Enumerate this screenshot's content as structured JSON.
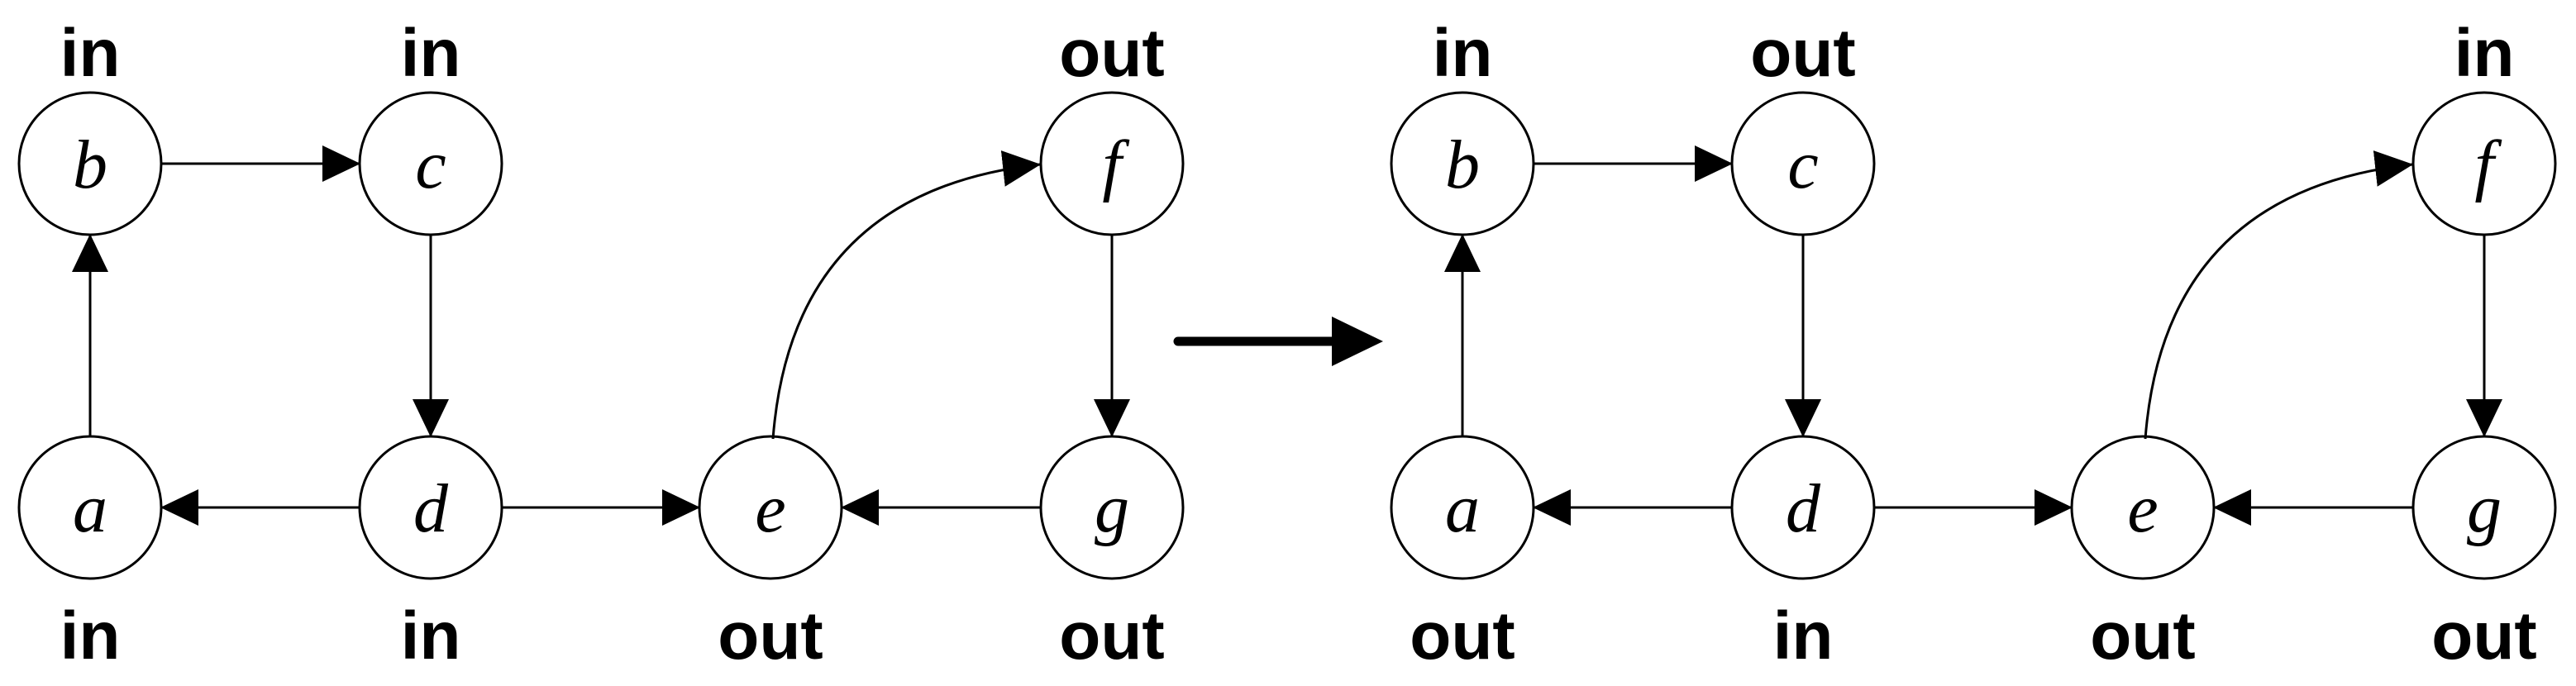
{
  "figure": {
    "left_graph": {
      "nodes": [
        {
          "id": "a",
          "label": "a",
          "tag": "in"
        },
        {
          "id": "b",
          "label": "b",
          "tag": "in"
        },
        {
          "id": "c",
          "label": "c",
          "tag": "in"
        },
        {
          "id": "d",
          "label": "d",
          "tag": "in"
        },
        {
          "id": "e",
          "label": "e",
          "tag": "out"
        },
        {
          "id": "f",
          "label": "f",
          "tag": "out"
        },
        {
          "id": "g",
          "label": "g",
          "tag": "out"
        }
      ],
      "edges": [
        {
          "from": "b",
          "to": "c"
        },
        {
          "from": "a",
          "to": "b"
        },
        {
          "from": "c",
          "to": "d"
        },
        {
          "from": "d",
          "to": "a"
        },
        {
          "from": "d",
          "to": "e"
        },
        {
          "from": "g",
          "to": "e"
        },
        {
          "from": "f",
          "to": "g"
        },
        {
          "from": "e",
          "to": "f",
          "curved": true
        }
      ]
    },
    "right_graph": {
      "nodes": [
        {
          "id": "a",
          "label": "a",
          "tag": "out"
        },
        {
          "id": "b",
          "label": "b",
          "tag": "in"
        },
        {
          "id": "c",
          "label": "c",
          "tag": "out"
        },
        {
          "id": "d",
          "label": "d",
          "tag": "in"
        },
        {
          "id": "e",
          "label": "e",
          "tag": "out"
        },
        {
          "id": "f",
          "label": "f",
          "tag": "in"
        },
        {
          "id": "g",
          "label": "g",
          "tag": "out"
        }
      ],
      "edges": [
        {
          "from": "b",
          "to": "c"
        },
        {
          "from": "a",
          "to": "b"
        },
        {
          "from": "c",
          "to": "d"
        },
        {
          "from": "d",
          "to": "a"
        },
        {
          "from": "d",
          "to": "e"
        },
        {
          "from": "g",
          "to": "e"
        },
        {
          "from": "f",
          "to": "g"
        },
        {
          "from": "e",
          "to": "f",
          "curved": true
        }
      ]
    },
    "transform_arrow": {
      "direction": "right"
    }
  },
  "colors": {
    "ink": "#000000",
    "background": "#ffffff"
  }
}
